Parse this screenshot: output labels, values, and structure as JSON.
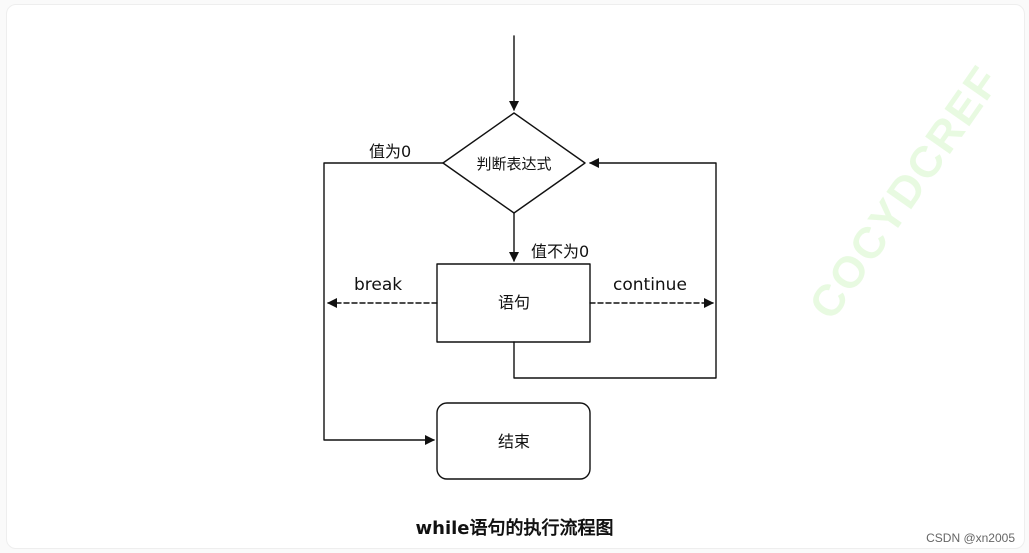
{
  "diagram": {
    "nodes": {
      "decision": "判断表达式",
      "statement": "语句",
      "end": "结束"
    },
    "edges": {
      "value_zero": "值为0",
      "value_nonzero": "值不为0",
      "break": "break",
      "continue": "continue"
    },
    "caption": "while语句的执行流程图"
  },
  "watermark": "COCYDCREF",
  "credit": "CSDN @xn2005",
  "colors": {
    "stroke": "#111111",
    "text": "#111111",
    "watermark": "#bff0aa"
  }
}
